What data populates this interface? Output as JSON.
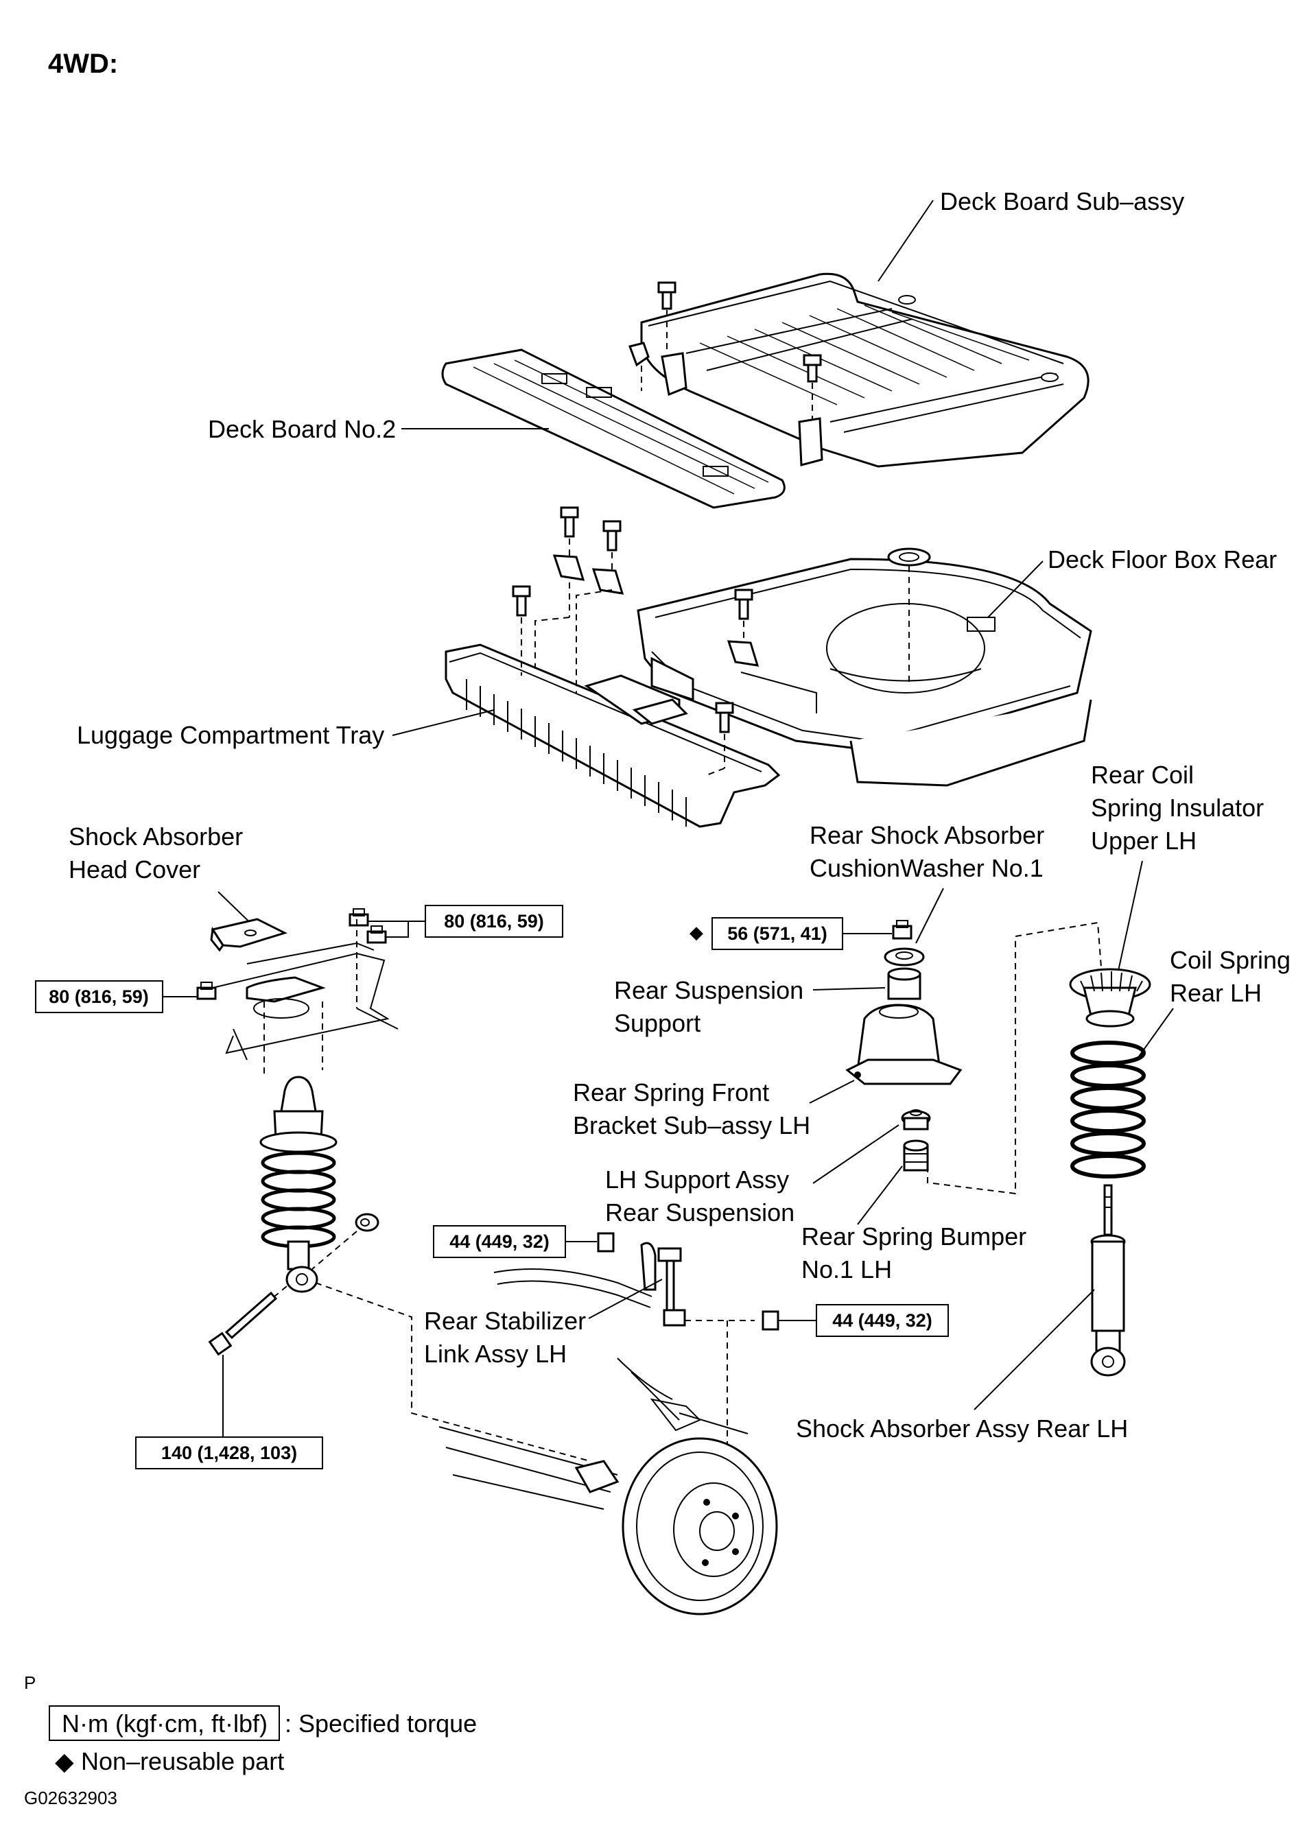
{
  "header": "4WD:",
  "labels": {
    "deck_board_sub_assy": "Deck Board Sub–assy",
    "deck_board_no2": "Deck Board No.2",
    "deck_floor_box_rear": "Deck Floor Box Rear",
    "luggage_compartment_tray": "Luggage Compartment Tray",
    "shock_absorber_head_cover": [
      "Shock Absorber",
      "Head Cover"
    ],
    "rear_shock_absorber_cushion_washer": [
      "Rear Shock Absorber",
      "CushionWasher No.1"
    ],
    "rear_coil_spring_insulator": [
      "Rear Coil",
      "Spring Insulator",
      "Upper LH"
    ],
    "coil_spring_rear": [
      "Coil Spring",
      "Rear LH"
    ],
    "rear_suspension_support": [
      "Rear Suspension",
      "Support"
    ],
    "rear_spring_front_bracket": [
      "Rear Spring Front",
      "Bracket Sub–assy LH"
    ],
    "lh_support_assy": [
      "LH Support Assy",
      "Rear Suspension"
    ],
    "rear_spring_bumper": [
      "Rear Spring Bumper",
      "No.1 LH"
    ],
    "rear_stabilizer_link": [
      "Rear Stabilizer",
      "Link Assy LH"
    ],
    "shock_absorber_assy_rear": "Shock Absorber Assy Rear LH"
  },
  "torques": {
    "head_cover_right": "80 (816, 59)",
    "head_cover_left": "80 (816, 59)",
    "support_nut": "56 (571, 41)",
    "stabilizer_left": "44 (449, 32)",
    "stabilizer_right": "44 (449, 32)",
    "lower_bolt": "140 (1,428, 103)"
  },
  "legend": {
    "p_mark": "P",
    "torque_unit": "N·m (kgf·cm, ft·lbf)",
    "torque_desc": ": Specified torque",
    "nonreusable_symbol": "◆",
    "nonreusable_desc": "Non–reusable part",
    "figure_code": "G02632903"
  }
}
